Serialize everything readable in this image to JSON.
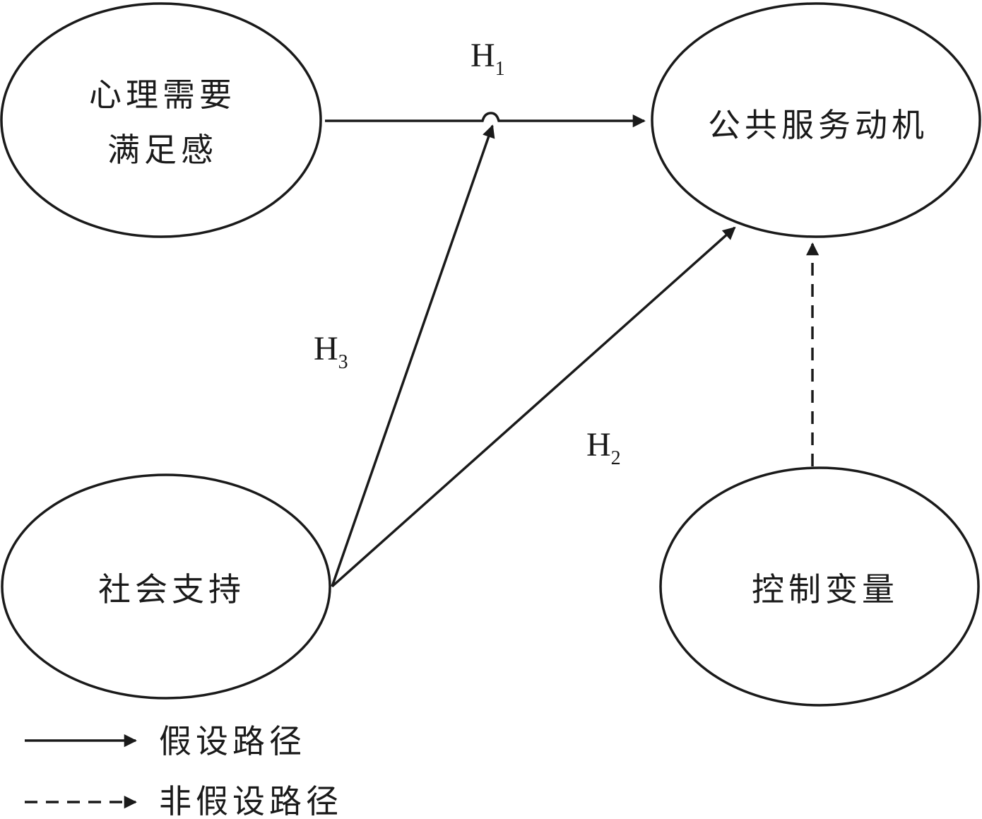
{
  "nodes": {
    "psych_need": {
      "line1": "心理需要",
      "line2": "满足感"
    },
    "public_service": {
      "label": "公共服务动机"
    },
    "social_support": {
      "label": "社会支持"
    },
    "control_vars": {
      "label": "控制变量"
    }
  },
  "paths": {
    "h1": {
      "main": "H",
      "sub": "1"
    },
    "h2": {
      "main": "H",
      "sub": "2"
    },
    "h3": {
      "main": "H",
      "sub": "3"
    }
  },
  "legend": {
    "hypothesis": "假设路径",
    "non_hypothesis": "非假设路径"
  },
  "colors": {
    "stroke": "#1a1a1a",
    "background": "#ffffff"
  }
}
